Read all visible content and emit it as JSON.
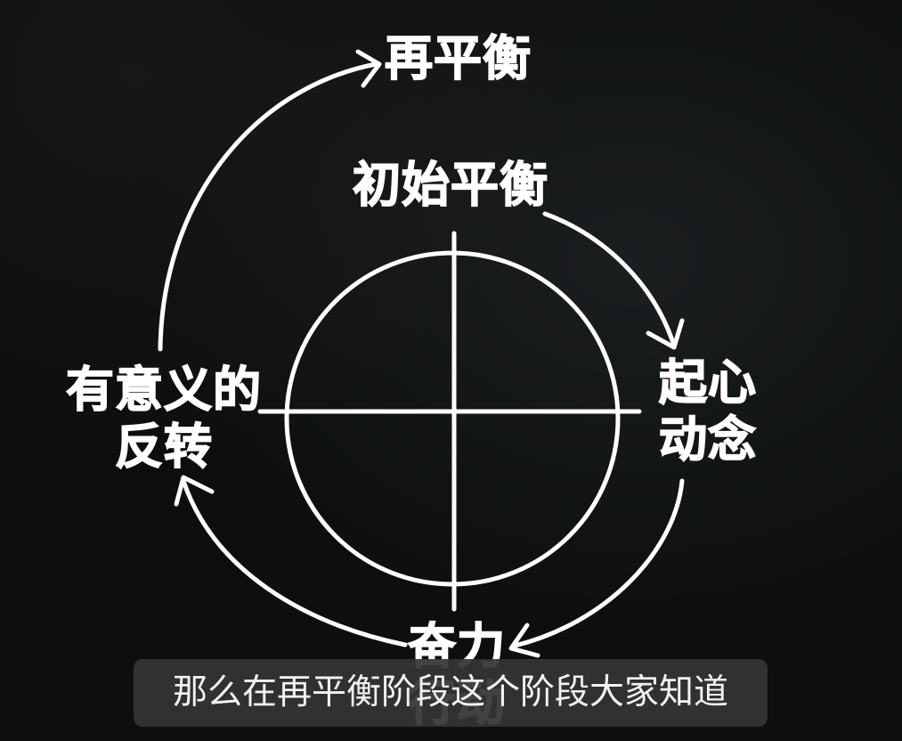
{
  "diagram": {
    "labels": {
      "rebalance": "再平衡",
      "initial_balance": "初始平衡",
      "motive_line1": "起心",
      "motive_line2": "动念",
      "reversal_line1": "有意义的",
      "reversal_line2": "反转",
      "effort_line1": "奋力",
      "effort_line2": "行动"
    },
    "line_color": "#ffffff",
    "background_color": "#0c0e0f"
  },
  "subtitle": {
    "text": "那么在再平衡阶段这个阶段大家知道"
  }
}
